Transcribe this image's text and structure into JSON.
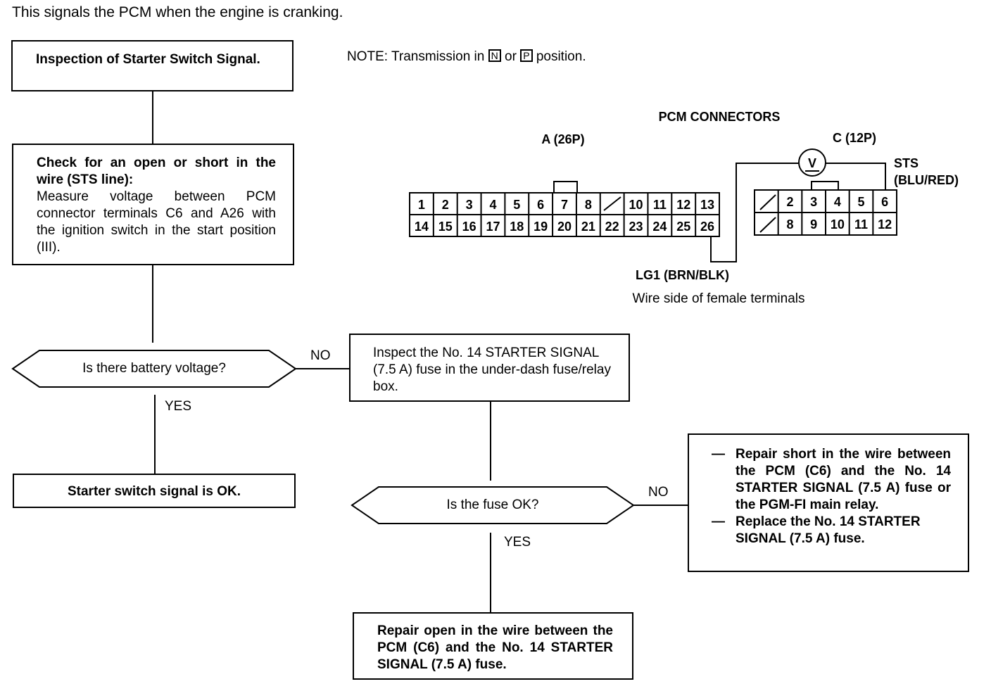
{
  "caption": "This signals the PCM when the engine is cranking.",
  "note": {
    "prefix": "NOTE:  Transmission in",
    "gear1": "N",
    "connector": "or",
    "gear2": "P",
    "suffix": "position."
  },
  "connector_diagram": {
    "title": "PCM CONNECTORS",
    "connector_a_label": "A (26P)",
    "connector_c_label": "C (12P)",
    "meter_symbol": "V",
    "sts_label": "STS",
    "sts_wire": "(BLU/RED)",
    "lg1_label": "LG1 (BRN/BLK)",
    "footer": "Wire side of female terminals",
    "a_row1": [
      "1",
      "2",
      "3",
      "4",
      "5",
      "6",
      "7",
      "8",
      "",
      "10",
      "11",
      "12",
      "13"
    ],
    "a_row2": [
      "14",
      "15",
      "16",
      "17",
      "18",
      "19",
      "20",
      "21",
      "22",
      "23",
      "24",
      "25",
      "26"
    ],
    "c_row1": [
      "",
      "2",
      "3",
      "4",
      "5",
      "6"
    ],
    "c_row2": [
      "",
      "8",
      "9",
      "10",
      "11",
      "12"
    ]
  },
  "flow": {
    "step1": "Inspection of Starter Switch Signal.",
    "step2_title": "Check for an open or short in the wire (STS line):",
    "step2_body": "Measure voltage between PCM connector terminals C6 and A26 with the ignition switch in the start position (III).",
    "q1": "Is there battery voltage?",
    "q1_no": "NO",
    "q1_yes": "YES",
    "ok_result": "Starter switch signal is OK.",
    "inspect_fuse": "Inspect the No. 14 STARTER SIGNAL (7.5 A) fuse in the under-dash fuse/relay box.",
    "q2": "Is the fuse OK?",
    "q2_no": "NO",
    "q2_yes": "YES",
    "repair_short_dash1": "—",
    "repair_short_1": "Repair short in the wire between the PCM (C6) and the No. 14 STARTER SIGNAL (7.5 A) fuse or the PGM-FI main relay.",
    "repair_short_dash2": "—",
    "repair_short_2": "Replace the No. 14 STARTER SIGNAL (7.5 A) fuse.",
    "repair_open": "Repair open in the wire between the PCM (C6) and the No. 14 STARTER SIGNAL (7.5 A) fuse."
  }
}
